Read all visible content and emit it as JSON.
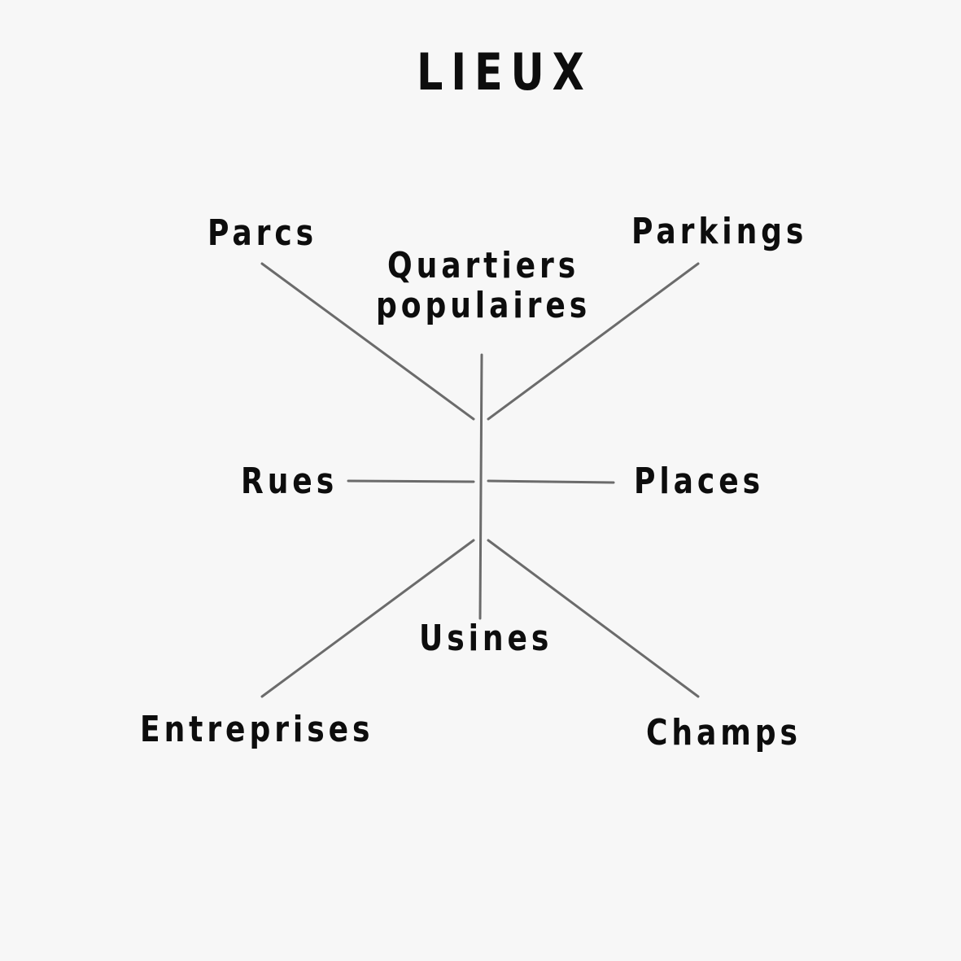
{
  "diagram": {
    "title": "LIEUX",
    "labels": {
      "top_left": "Parcs",
      "top_center": "Quartiers\npopulaires",
      "top_right": "Parkings",
      "left": "Rues",
      "right": "Places",
      "bottom_center": "Usines",
      "bottom_left": "Entreprises",
      "bottom_right": "Champs"
    },
    "line_color": "#6b6b6b",
    "text_color": "#0d0d0d",
    "background_color": "#f7f7f7"
  }
}
